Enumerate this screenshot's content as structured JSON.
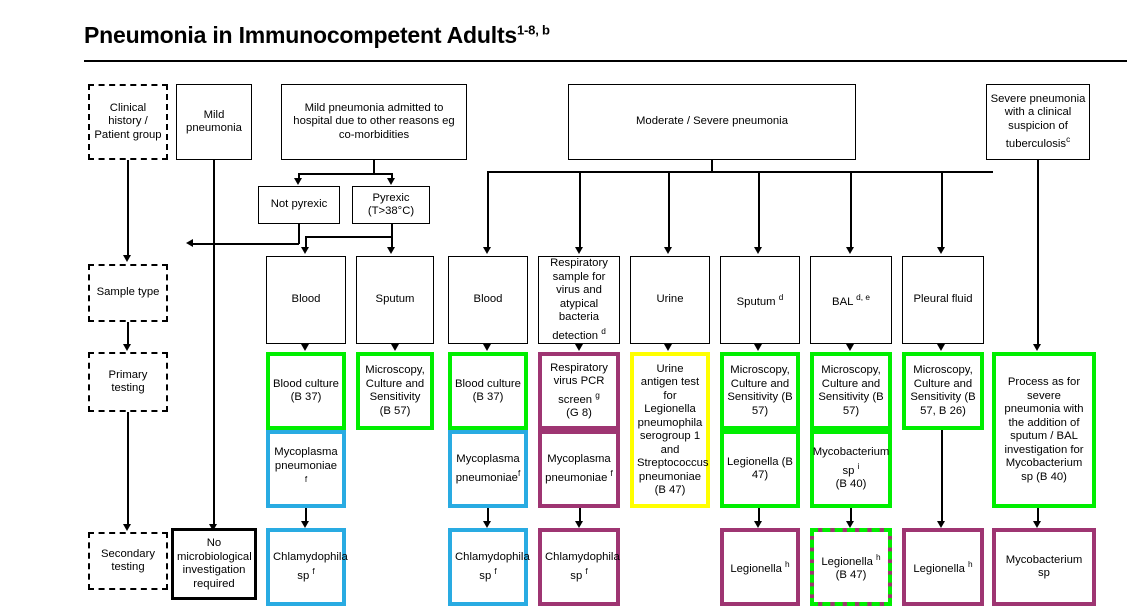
{
  "page": {
    "title": "Pneumonia in Immunocompetent Adults",
    "title_sup": "1-8, b"
  },
  "colors": {
    "green": "#00ee00",
    "cyan": "#29abe2",
    "purple": "#9e3572",
    "yellow": "#ffff00",
    "black": "#000000"
  },
  "stage_labels": [
    {
      "id": "clinical-history",
      "label": "Clinical history / Patient group"
    },
    {
      "id": "sample-type",
      "label": "Sample type"
    },
    {
      "id": "primary-testing",
      "label": "Primary testing"
    },
    {
      "id": "secondary-testing",
      "label": "Secondary testing"
    }
  ],
  "clinical_groups": [
    {
      "id": "mild-pneumonia",
      "label": "Mild pneumonia"
    },
    {
      "id": "mild-admitted",
      "label": "Mild pneumonia admitted to hospital due to other reasons eg co-morbidities"
    },
    {
      "id": "moderate-severe",
      "label": "Moderate / Severe pneumonia"
    },
    {
      "id": "severe-tb",
      "label": "Severe pneumonia with a clinical suspicion of tuberculosis",
      "sup": "c"
    }
  ],
  "pyrexia": [
    {
      "id": "not-pyrexic",
      "label": "Not pyrexic"
    },
    {
      "id": "pyrexic",
      "label": "Pyrexic (T>38°C)"
    }
  ],
  "samples": [
    {
      "id": "sample-blood-1",
      "label": "Blood"
    },
    {
      "id": "sample-sputum-1",
      "label": "Sputum"
    },
    {
      "id": "sample-blood-2",
      "label": "Blood"
    },
    {
      "id": "sample-respiratory",
      "label": "Respiratory sample for virus and atypical bacteria detection",
      "sup": "d"
    },
    {
      "id": "sample-urine",
      "label": "Urine"
    },
    {
      "id": "sample-sputum-2",
      "label": "Sputum",
      "sup": "d"
    },
    {
      "id": "sample-bal",
      "label": "BAL",
      "sup": "d, e"
    },
    {
      "id": "sample-pleural",
      "label": "Pleural fluid"
    }
  ],
  "primary_tests": [
    {
      "id": "blood-culture-1",
      "label": "Blood culture (B 37)",
      "color": "green"
    },
    {
      "id": "micro-culture-1",
      "label": "Microscopy, Culture and Sensitivity (B 57)",
      "color": "green"
    },
    {
      "id": "blood-culture-2",
      "label": "Blood culture (B 37)",
      "color": "green"
    },
    {
      "id": "resp-virus-pcr",
      "label": "Respiratory virus PCR screen",
      "sup": "g",
      "tail": "(G 8)",
      "color": "purple"
    },
    {
      "id": "urine-antigen",
      "label": "Urine antigen test for Legionella pneumophila serogroup 1 and Streptococcus pneumoniae (B 47)",
      "color": "yellow"
    },
    {
      "id": "micro-culture-2",
      "label": "Microscopy, Culture and Sensitivity (B 57)",
      "color": "green"
    },
    {
      "id": "micro-culture-3",
      "label": "Microscopy, Culture and Sensitivity (B 57)",
      "color": "green"
    },
    {
      "id": "micro-culture-4",
      "label": "Microscopy, Culture and Sensitivity (B 57, B 26)",
      "color": "green"
    },
    {
      "id": "tb-process",
      "label": "Process as for severe pneumonia with the addition of sputum / BAL investigation for Mycobacterium sp (B 40)",
      "color": "green"
    }
  ],
  "mid_tests": [
    {
      "id": "mycoplasma-1",
      "label": "Mycoplasma pneumoniae",
      "sup": "f",
      "color": "cyan"
    },
    {
      "id": "mycoplasma-2",
      "label": "Mycoplasma pneumoniae",
      "sup": "f",
      "color": "cyan"
    },
    {
      "id": "mycoplasma-3",
      "label": "Mycoplasma pneumoniae",
      "sup": "f",
      "color": "purple"
    },
    {
      "id": "legionella-b47",
      "label": "Legionella (B 47)",
      "color": "green"
    },
    {
      "id": "mycobacterium-b40",
      "label": "Mycobacterium sp",
      "sup": "i",
      "tail": "(B 40)",
      "color": "green"
    }
  ],
  "secondary_tests": [
    {
      "id": "no-investigation",
      "label": "No microbiological investigation required",
      "color": "black"
    },
    {
      "id": "chlamydophila-1",
      "label": "Chlamydophila sp",
      "sup": "f",
      "color": "cyan"
    },
    {
      "id": "chlamydophila-2",
      "label": "Chlamydophila sp",
      "sup": "f",
      "color": "cyan"
    },
    {
      "id": "chlamydophila-3",
      "label": "Chlamydophila sp",
      "sup": "f",
      "color": "purple"
    },
    {
      "id": "legionella-1",
      "label": "Legionella",
      "sup": "h",
      "color": "purple"
    },
    {
      "id": "legionella-2",
      "label": "Legionella",
      "sup": "h",
      "tail": "(B 47)",
      "color": "green-dashed-on-purple"
    },
    {
      "id": "legionella-3",
      "label": "Legionella",
      "sup": "h",
      "color": "purple"
    },
    {
      "id": "mycobacterium-sp",
      "label": "Mycobacterium sp",
      "color": "purple"
    }
  ]
}
